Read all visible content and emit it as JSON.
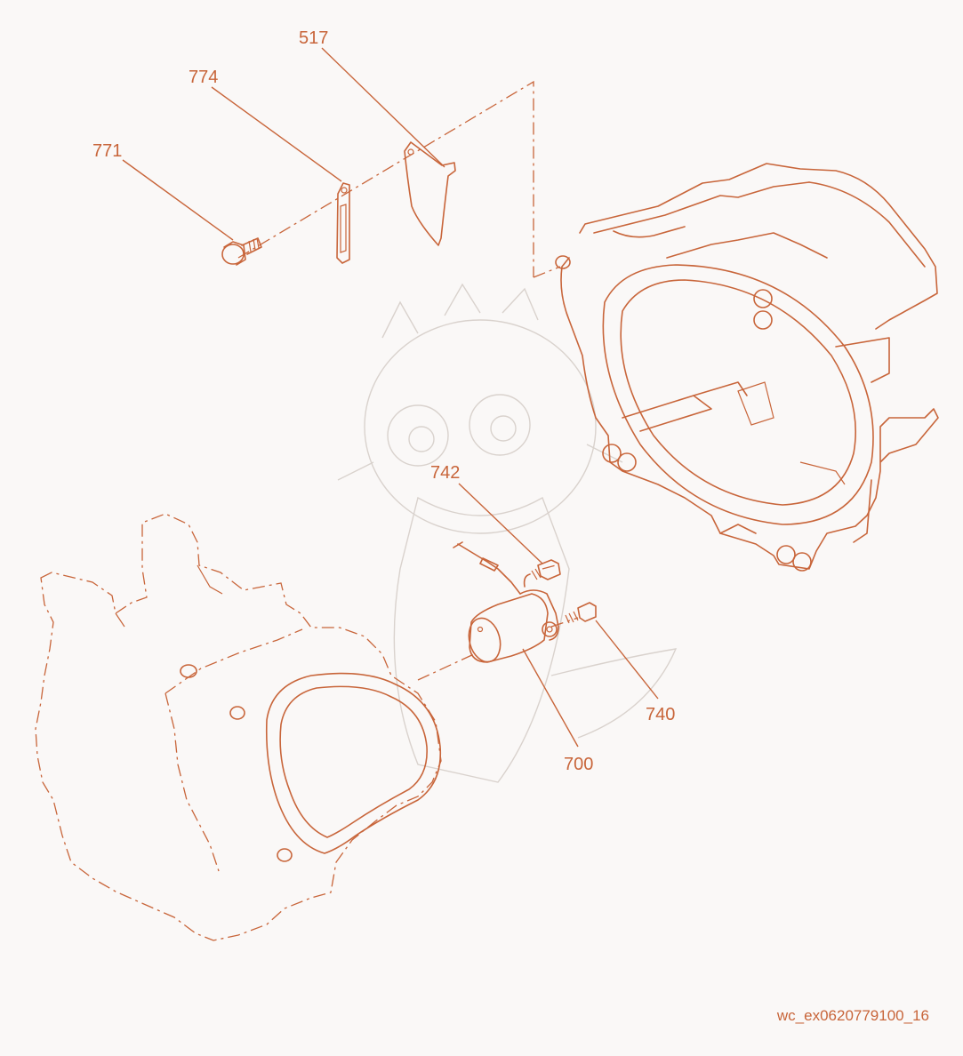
{
  "callouts": [
    {
      "id": "517",
      "label": "517"
    },
    {
      "id": "774",
      "label": "774"
    },
    {
      "id": "771",
      "label": "771"
    },
    {
      "id": "742",
      "label": "742"
    },
    {
      "id": "740",
      "label": "740"
    },
    {
      "id": "700",
      "label": "700"
    }
  ],
  "footer": {
    "drawing_id": "wc_ex0620779100_16"
  },
  "colors": {
    "line": "#c8653a",
    "background": "#faf8f7",
    "watermark": "#d9d2cd"
  }
}
